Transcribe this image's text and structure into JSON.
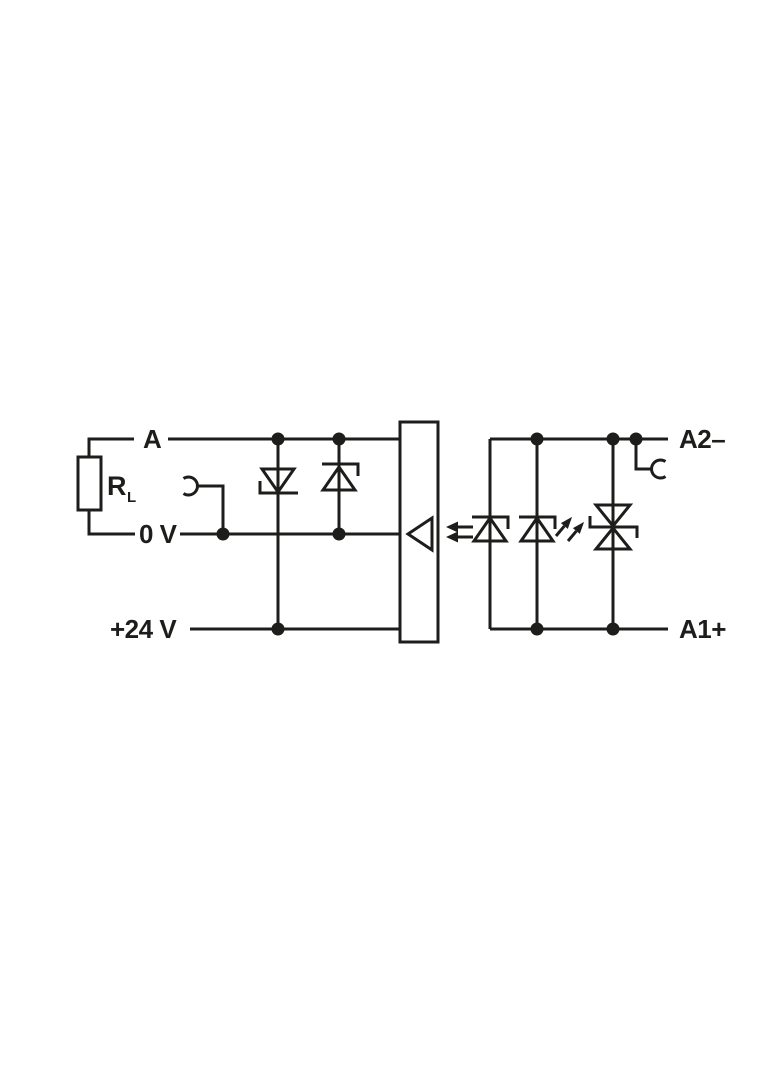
{
  "colors": {
    "ink": "#1d1d1b",
    "background": "#ffffff"
  },
  "diagram": {
    "labels": {
      "output_a": "A",
      "zero_volts": "0 V",
      "plus_24v": "+24 V",
      "load_resistor": "R",
      "load_resistor_sub": "L",
      "terminal_a2": "A2–",
      "terminal_a1": "A1+"
    },
    "icons": [
      {
        "name": "load-resistor-icon",
        "shape": "vertical-rectangle"
      },
      {
        "name": "plug-contact-left-icon",
        "shape": "half-circle-open-left"
      },
      {
        "name": "zener-diode-icon",
        "shape": "triangle-down-with-hooked-bar"
      },
      {
        "name": "zener-diode-reversed-icon",
        "shape": "triangle-up-with-hooked-bar"
      },
      {
        "name": "output-driver-box",
        "shape": "tall-rectangle"
      },
      {
        "name": "photoreceiver-triangle-icon",
        "shape": "hollow-triangle-left"
      },
      {
        "name": "light-coupling-arrows-icon",
        "shape": "two-left-arrows"
      },
      {
        "name": "optocoupler-led-icon",
        "shape": "diode-triangle-up"
      },
      {
        "name": "status-led-icon",
        "shape": "diode-triangle-up-with-emission-arrows"
      },
      {
        "name": "bidirectional-tvs-diode-icon",
        "shape": "two-opposed-triangles-s-bar"
      },
      {
        "name": "plug-contact-right-icon",
        "shape": "half-circle-open-right"
      }
    ]
  }
}
